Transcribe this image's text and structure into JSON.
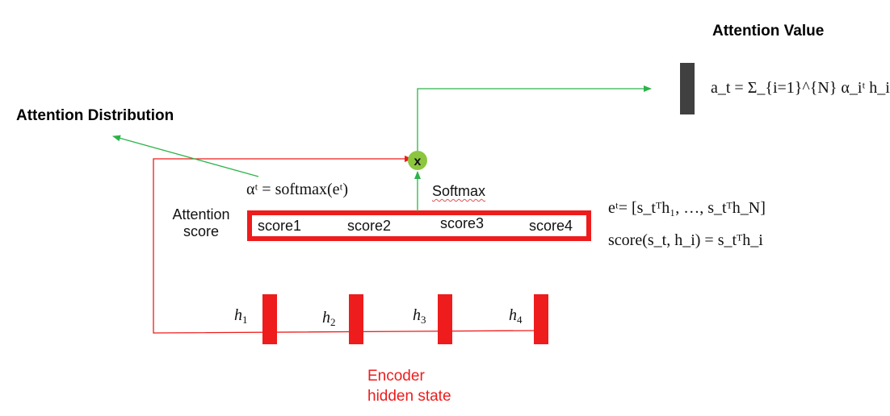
{
  "title": "Attention Value",
  "attention_distribution_label": "Attention Distribution",
  "attention_score_label_line1": "Attention",
  "attention_score_label_line2": "score",
  "softmax_label": "Softmax",
  "multiply_symbol": "x",
  "scores": [
    "score1",
    "score2",
    "score3",
    "score4"
  ],
  "hidden_states": [
    {
      "symbol": "h",
      "index": "1"
    },
    {
      "symbol": "h",
      "index": "2"
    },
    {
      "symbol": "h",
      "index": "3"
    },
    {
      "symbol": "h",
      "index": "4"
    }
  ],
  "encoder_label_line1": "Encoder",
  "encoder_label_line2": "hidden state",
  "formulas": {
    "softmax": "αᵗ = softmax(eᵗ)",
    "scores_vector": "eᵗ= [s_tᵀh₁, …, s_tᵀh_N]",
    "score_fn": "score(s_t, h_i) = s_tᵀh_i",
    "attention_value": "a_t = Σ_{i=1}^{N} α_iᵗ h_i"
  },
  "colors": {
    "red": "#ee1c1c",
    "green": "#2db34a",
    "node": "#8cc63f",
    "value_bar": "#404040"
  }
}
